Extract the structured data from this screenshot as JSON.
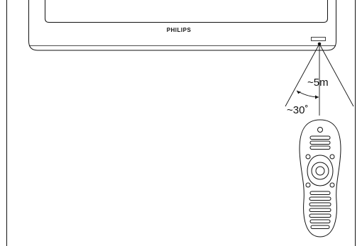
{
  "tv": {
    "brand": "PHILIPS"
  },
  "labels": {
    "distance": "~5m",
    "angle": "~30˚"
  },
  "colors": {
    "line": "#111111",
    "background": "#ffffff"
  },
  "icons": [
    "ir-sensor-icon",
    "remote-control-icon",
    "angle-arc-icon"
  ]
}
